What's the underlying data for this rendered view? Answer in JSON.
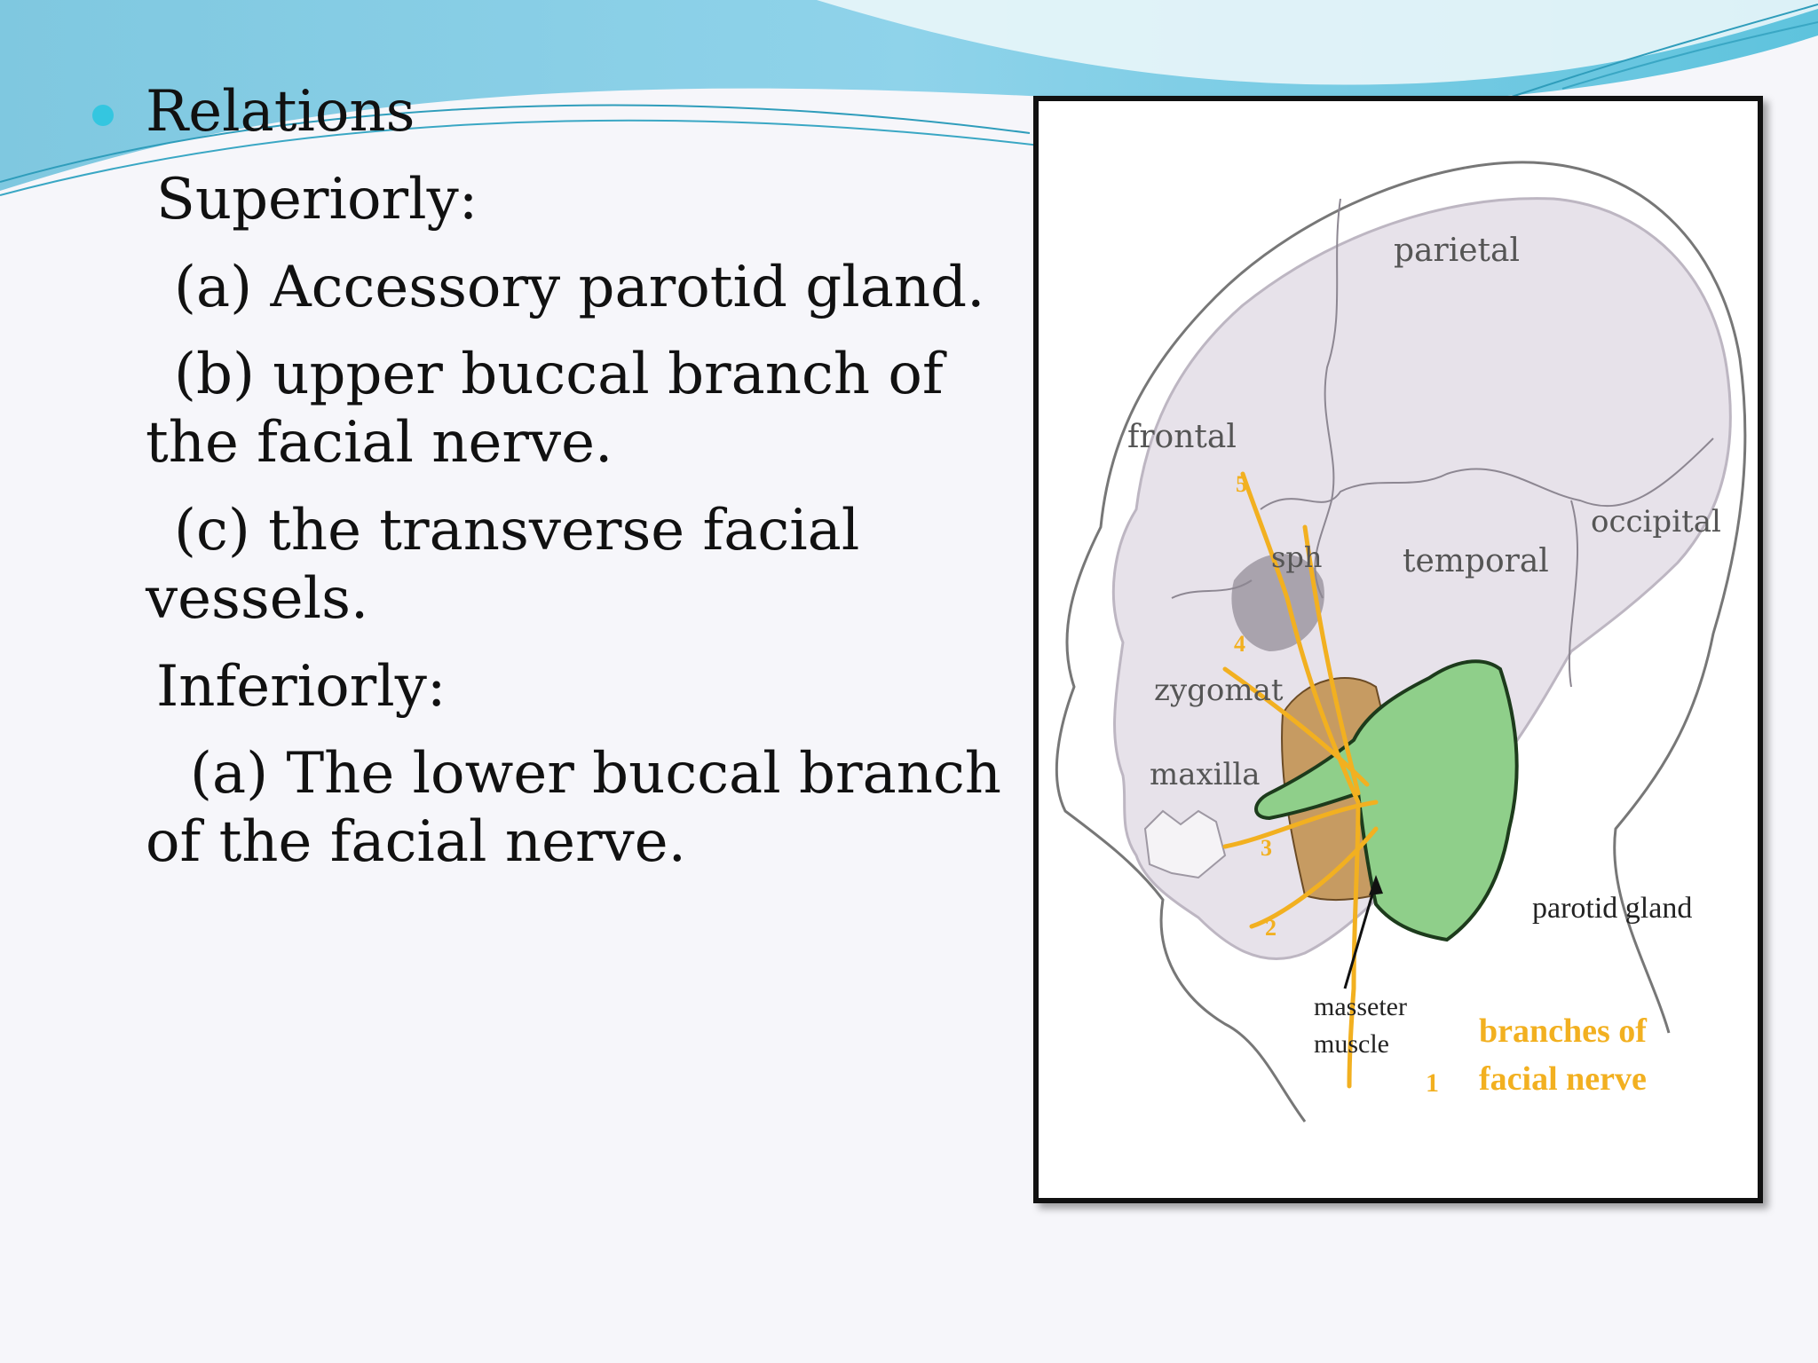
{
  "slide": {
    "bullet": "Relations",
    "superior_heading": "Superiorly:",
    "superior_items": [
      "(a) Accessory parotid gland.",
      "(b) upper buccal branch of the facial nerve.",
      "(c) the transverse facial vessels."
    ],
    "inferior_heading": "Inferiorly:",
    "inferior_items": [
      "(a) The lower buccal branch of the facial nerve."
    ]
  },
  "figure": {
    "labels": {
      "parietal": "parietal",
      "frontal": "frontal",
      "occipital": "occipital",
      "sph": "sph",
      "temporal": "temporal",
      "zygomatic": "zygomat",
      "maxilla": "maxilla",
      "parotid_gland": "parotid gland",
      "masseter_line1": "masseter",
      "masseter_line2": "muscle",
      "branches_line1": "branches of",
      "branches_line2": "facial nerve"
    },
    "branch_numbers": [
      "5",
      "4",
      "3",
      "2",
      "1"
    ]
  },
  "colors": {
    "accent": "#34c6e0",
    "gland": "#8fcf8a",
    "nerve": "#f2b020",
    "skull": "#e7e2ea"
  }
}
